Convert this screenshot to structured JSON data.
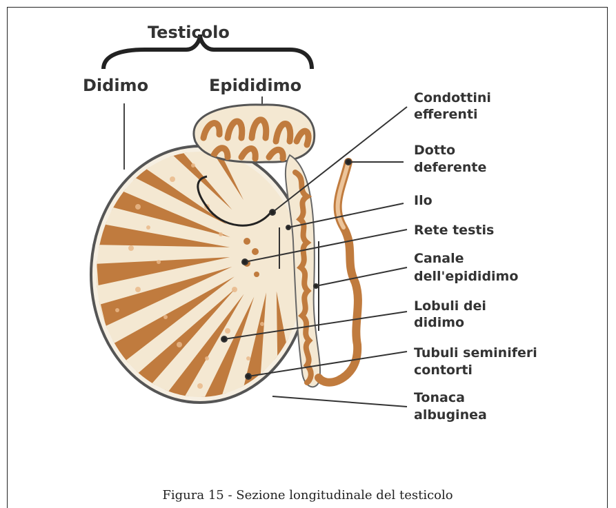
{
  "diagram": {
    "header": {
      "testicolo": "Testicolo",
      "didimo": "Didimo",
      "epididimo": "Epididimo"
    },
    "labels": {
      "condottini_1": "Condottini",
      "condottini_2": "efferenti",
      "dotto_1": "Dotto",
      "dotto_2": "deferente",
      "ilo": "Ilo",
      "rete": "Rete testis",
      "canale_1": "Canale",
      "canale_2": "dell'epididimo",
      "lobuli_1": "Lobuli dei",
      "lobuli_2": "didimo",
      "tubuli_1": "Tubuli seminiferi",
      "tubuli_2": "contorti",
      "tonaca_1": "Tonaca",
      "tonaca_2": "albuginea"
    },
    "caption": "Figura 15 - Sezione longitudinale del testicolo",
    "colors": {
      "tissue": "#c07b3e",
      "tissue_light": "#e8b07a",
      "septa": "#f4e8d2",
      "capsule": "#555555",
      "label": "#333333"
    }
  }
}
